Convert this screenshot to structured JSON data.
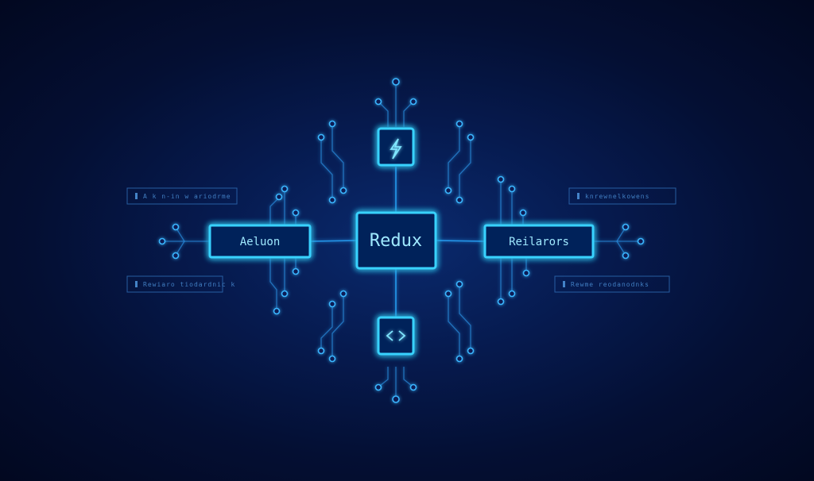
{
  "diagram": {
    "center": {
      "label": "Redux"
    },
    "left": {
      "label": "Aeluon"
    },
    "right": {
      "label": "Reilarors"
    },
    "top_icon": "lightning-bolt-icon",
    "bottom_icon": "code-brackets-icon",
    "panels": {
      "top_left": "A  k  n-in  w  ariodrme",
      "bottom_left": "Rewiaro  tiodardnic  k",
      "top_right": "knrewnelkowens",
      "bottom_right": "Rewme  reodanodnks"
    }
  },
  "colors": {
    "background": "#040f33",
    "glow": "#38d2ff",
    "wire": "#2aa8ff",
    "text": "#9fe9ff"
  }
}
